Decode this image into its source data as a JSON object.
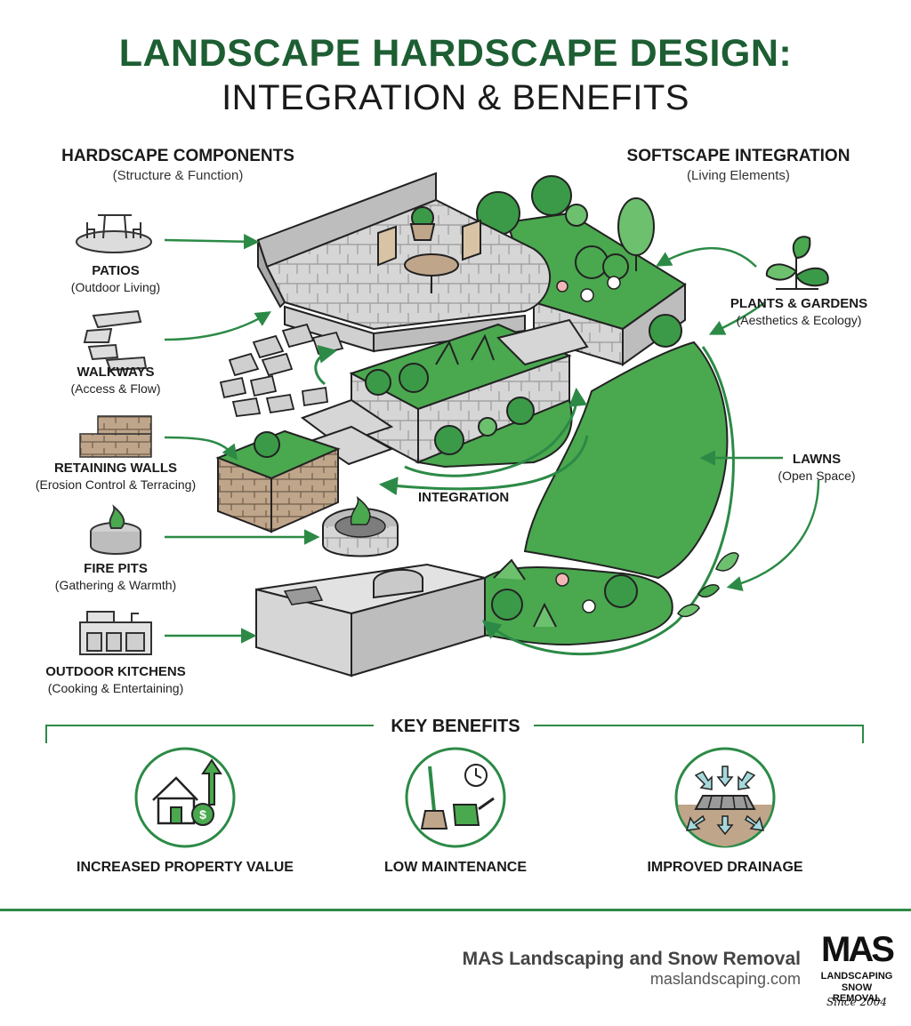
{
  "title": {
    "line1": "LANDSCAPE HARDSCAPE DESIGN:",
    "line2": "INTEGRATION & BENEFITS"
  },
  "hardscape": {
    "heading": "HARDSCAPE COMPONENTS",
    "subheading": "(Structure & Function)",
    "items": [
      {
        "label": "PATIOS",
        "sub": "(Outdoor Living)",
        "icon": "patio-table-icon"
      },
      {
        "label": "WALKWAYS",
        "sub": "(Access & Flow)",
        "icon": "walkway-path-icon"
      },
      {
        "label": "RETAINING WALLS",
        "sub": "(Erosion Control & Terracing)",
        "icon": "brick-wall-icon"
      },
      {
        "label": "FIRE PITS",
        "sub": "(Gathering & Warmth)",
        "icon": "fire-pit-icon"
      },
      {
        "label": "OUTDOOR KITCHENS",
        "sub": "(Cooking & Entertaining)",
        "icon": "outdoor-kitchen-icon"
      }
    ]
  },
  "softscape": {
    "heading": "SOFTSCAPE INTEGRATION",
    "subheading": "(Living Elements)",
    "items": [
      {
        "label": "PLANTS & GARDENS",
        "sub": "(Aesthetics & Ecology)",
        "icon": "sprout-icon"
      },
      {
        "label": "LAWNS",
        "sub": "(Open Space)",
        "icon": "leaves-icon"
      }
    ]
  },
  "center_label": "INTEGRATION",
  "benefits": {
    "heading": "KEY BENEFITS",
    "items": [
      {
        "label": "INCREASED PROPERTY VALUE",
        "icon": "house-value-icon"
      },
      {
        "label": "LOW MAINTENANCE",
        "icon": "broom-watering-can-icon"
      },
      {
        "label": "IMPROVED DRAINAGE",
        "icon": "drainage-grate-icon"
      }
    ]
  },
  "footer": {
    "company": "MAS Landscaping and Snow Removal",
    "website": "maslandscaping.com",
    "logo": {
      "big": "MAS",
      "line1": "LANDSCAPING",
      "line2": "SNOW REMOVAL",
      "since": "Since 2004"
    }
  },
  "colors": {
    "brand_green": "#1d5e33",
    "accent_green": "#2c8a46",
    "lawn_green": "#4aa84f",
    "stone_gray": "#c9c9c9"
  }
}
